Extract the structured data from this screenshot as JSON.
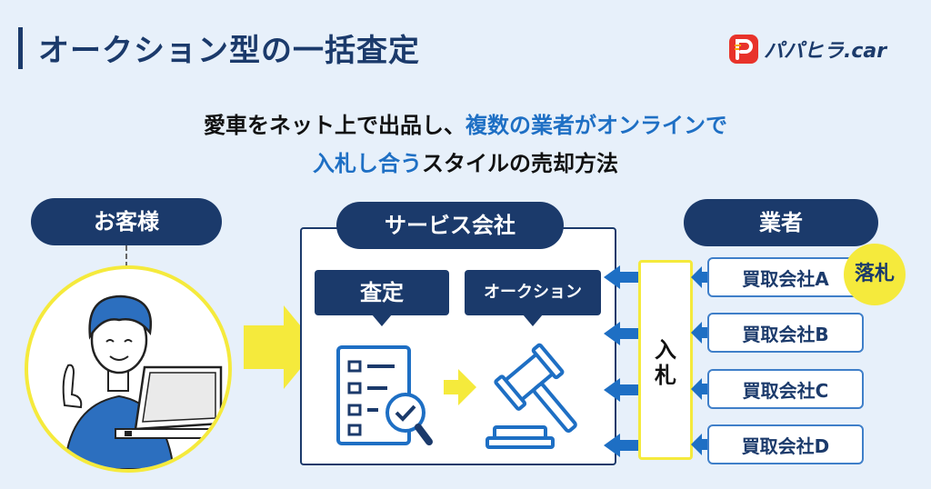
{
  "header": {
    "title": "オークション型の一括査定",
    "logo_text": "パパヒラ.car"
  },
  "subtitle": {
    "line1_plain": "愛車をネット上で出品し、",
    "line1_accent": "複数の業者がオンラインで",
    "line2_accent": "入札し合う",
    "line2_plain": "スタイルの売却方法"
  },
  "diagram": {
    "customer_label": "お客様",
    "service_label": "サービス会社",
    "business_label": "業者",
    "step_assessment": "査定",
    "step_auction": "オークション",
    "bid_label": "入札",
    "companies": [
      "買取会社A",
      "買取会社B",
      "買取会社C",
      "買取会社D"
    ],
    "winner_badge": "落札"
  },
  "colors": {
    "navy": "#1b3a6b",
    "accent_blue": "#1e6fc4",
    "yellow": "#f5ea3c",
    "background": "#e7f0fa",
    "arrow_blue": "#1e6fc4"
  },
  "icons": [
    "person-with-laptop-icon",
    "checklist-magnifier-icon",
    "gavel-icon",
    "logo-p-icon"
  ]
}
